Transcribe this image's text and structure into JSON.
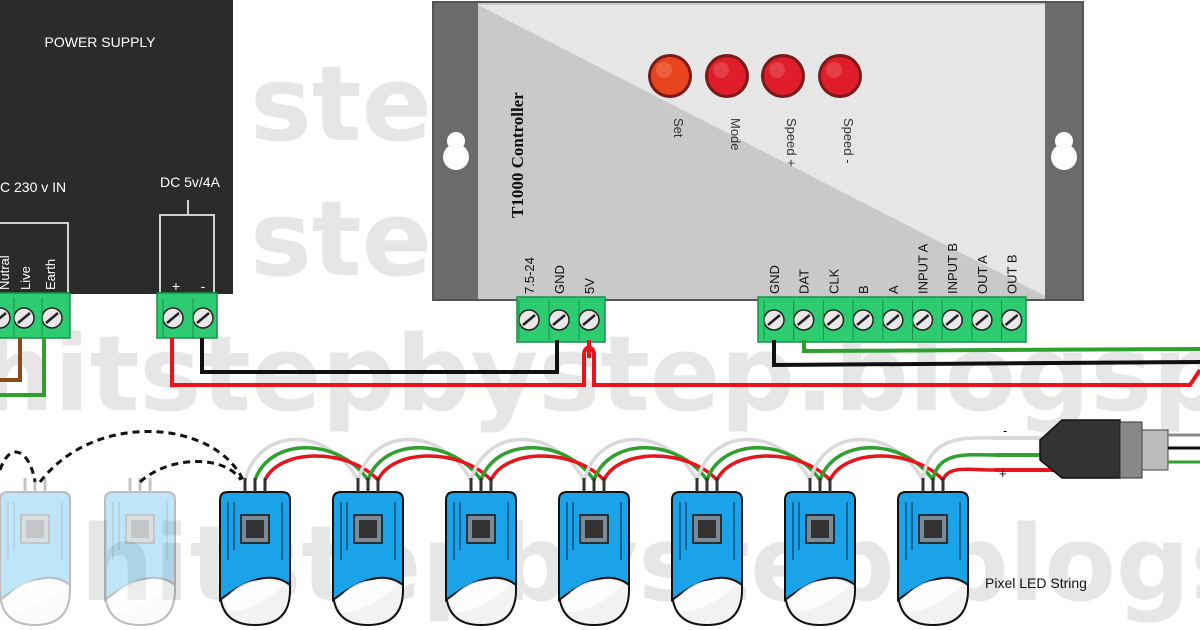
{
  "watermark": {
    "line1": "stepbystep.co",
    "line2": "stepbystep.co",
    "line3": "hitstepbystep.blogspot.co",
    "line4": "hitstepbystep.blogspot.co"
  },
  "power_supply": {
    "title": "POWER SUPPLY",
    "ac_in_label": "C 230 v IN",
    "dc_out_label": "DC 5v/4A",
    "terminals": [
      "Nutral",
      "Live",
      "Earth"
    ],
    "dc_terminals": [
      "+",
      "-"
    ]
  },
  "controller": {
    "title": "T1000 Controller",
    "buttons": [
      {
        "label": "Set",
        "color": "#e8441e"
      },
      {
        "label": "Mode",
        "color": "#e01d2a"
      },
      {
        "label": "Speed +",
        "color": "#e01d2a"
      },
      {
        "label": "Speed -",
        "color": "#e01d2a"
      }
    ],
    "power_terminals": [
      "7.5-24",
      "GND",
      "5V"
    ],
    "data_terminals": [
      "GND",
      "DAT",
      "CLK",
      "B",
      "A",
      "INPUT A",
      "INPUT B",
      "OUT A",
      "OUT B"
    ]
  },
  "connector": {
    "minus_label": "-",
    "plus_label": "+"
  },
  "pixel_string": {
    "label": "Pixel LED String",
    "active_count": 7,
    "faded_count": 2
  },
  "colors": {
    "wire_red": "#e8141b",
    "wire_green": "#2fa02f",
    "wire_black": "#111111",
    "wire_white": "#d9d9d9",
    "wire_brown": "#8b4a17",
    "terminal_green": "#2ecc71",
    "led_blue": "#1aa3e8",
    "psu_body": "#2b2b2b",
    "controller_body": "#c9c9c9"
  }
}
